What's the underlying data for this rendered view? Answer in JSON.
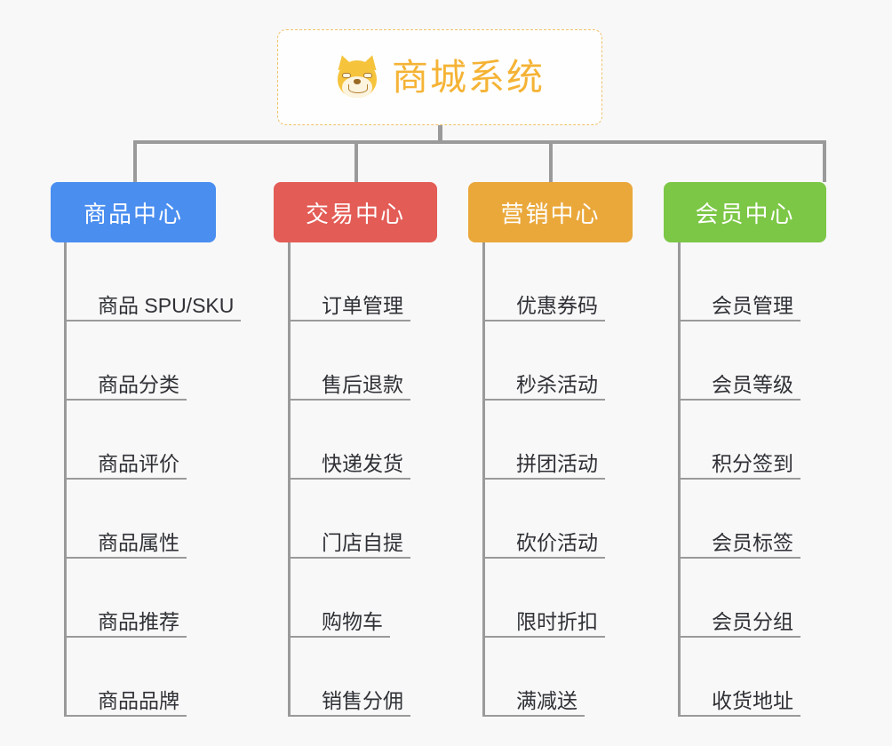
{
  "background_color": "#f8f8f8",
  "connector_color": "#9a9a9a",
  "root": {
    "title": "商城系统",
    "icon": "shiba-dog-face-icon",
    "text_color": "#f5b335",
    "border_color": "#f0c26a",
    "background": "#fefefe"
  },
  "categories": [
    {
      "label": "商品中心",
      "color": "#4a8ef0",
      "items": [
        "商品 SPU/SKU",
        "商品分类",
        "商品评价",
        "商品属性",
        "商品推荐",
        "商品品牌"
      ]
    },
    {
      "label": "交易中心",
      "color": "#e35c56",
      "items": [
        "订单管理",
        "售后退款",
        "快递发货",
        "门店自提",
        "购物车",
        "销售分佣"
      ]
    },
    {
      "label": "营销中心",
      "color": "#eaa83b",
      "items": [
        "优惠券码",
        "秒杀活动",
        "拼团活动",
        "砍价活动",
        "限时折扣",
        "满减送"
      ]
    },
    {
      "label": "会员中心",
      "color": "#7cc746",
      "items": [
        "会员管理",
        "会员等级",
        "积分签到",
        "会员标签",
        "会员分组",
        "收货地址"
      ]
    }
  ]
}
